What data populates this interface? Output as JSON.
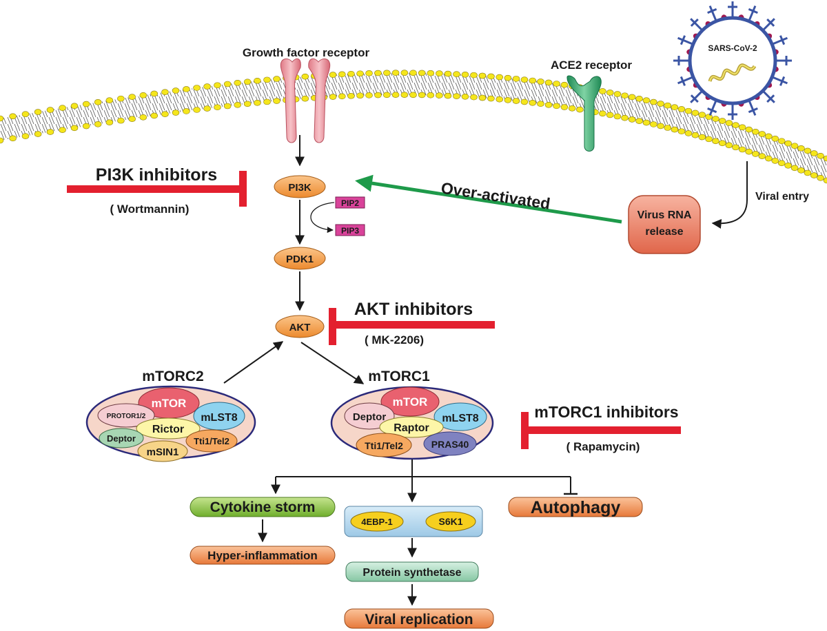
{
  "labels": {
    "growth_factor_receptor": "Growth factor receptor",
    "ace2_receptor": "ACE2 receptor",
    "sars_cov_2": "SARS-CoV-2",
    "viral_entry": "Viral entry",
    "virus_rna_release_line1": "Virus RNA",
    "virus_rna_release_line2": "release",
    "over_activated": "Over-activated"
  },
  "nodes": {
    "pi3k": "PI3K",
    "pip2": "PIP2",
    "pip3": "PIP3",
    "pdk1": "PDK1",
    "akt": "AKT"
  },
  "inhibitors": {
    "pi3k_title": "PI3K inhibitors",
    "pi3k_drug": "( Wortmannin)",
    "akt_title": "AKT inhibitors",
    "akt_drug": "( MK-2206)",
    "mtorc1_title": "mTORC1 inhibitors",
    "mtorc1_drug": "( Rapamycin)"
  },
  "mtorc2": {
    "title": "mTORC2",
    "mtor": "mTOR",
    "protor": "PROTOR1/2",
    "mlst8": "mLST8",
    "rictor": "Rictor",
    "deptor": "Deptor",
    "tti1": "Tti1/Tel2",
    "msin1": "mSIN1"
  },
  "mtorc1": {
    "title": "mTORC1",
    "mtor": "mTOR",
    "deptor": "Deptor",
    "mlst8": "mLST8",
    "raptor": "Raptor",
    "tti1": "Tti1/Tel2",
    "pras40": "PRAS40"
  },
  "outcomes": {
    "cytokine_storm": "Cytokine storm",
    "hyper_inflammation": "Hyper-inflammation",
    "ebp1": "4EBP-1",
    "s6k1": "S6K1",
    "autophagy": "Autophagy",
    "protein_synthetase": "Protein synthetase",
    "viral_replication": "Viral replication"
  },
  "colors": {
    "inhibitor_red": "#e3202f",
    "activation_green": "#1e9a4a",
    "node_orange": "#f39a3e",
    "pip_magenta": "#d9439a",
    "complex_fill": "#f6d6c9",
    "complex_border": "#2b2a7a",
    "virus_blue": "#3b55a4",
    "cytokine_green": "#8dc63f",
    "protein_teal": "#9fd6b8"
  }
}
